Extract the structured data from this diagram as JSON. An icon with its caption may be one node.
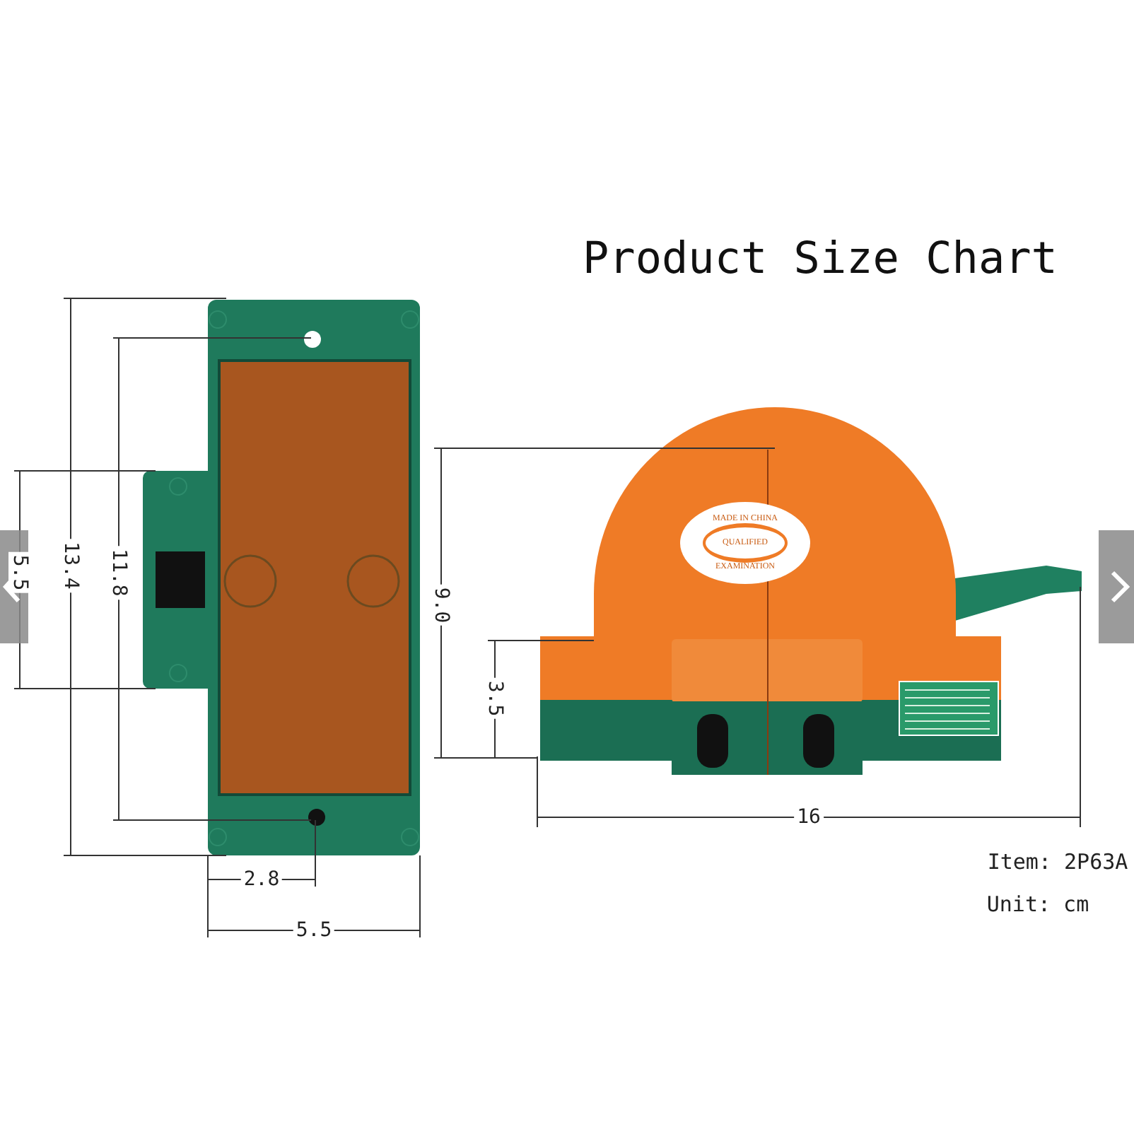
{
  "diagram": {
    "title": "Product Size Chart",
    "labels": [
      "MADE IN CHINA",
      "QUALIFIED",
      "EXAMINATION",
      "5.5",
      "13.4",
      "11.8",
      "9.0",
      "3.5",
      "16",
      "Item: 2P63A",
      "2.8",
      "Unit: cm",
      "5.5"
    ]
  }
}
